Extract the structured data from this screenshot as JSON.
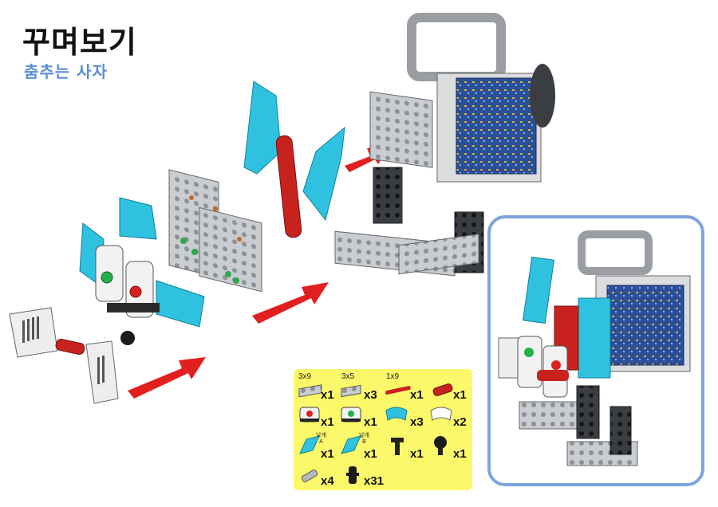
{
  "header": {
    "title": "꾸며보기",
    "subtitle": "춤추는 사자"
  },
  "colors": {
    "accent": "#5b8fd6",
    "frame": "#7ea4de",
    "parts_bg": "#fbf86a",
    "arrow": "#e21f1f",
    "wing": "#2ec2e0",
    "red_beam": "#c8221f",
    "plate": "#c9ccd0",
    "board": "#2c4f9a"
  },
  "parts": [
    {
      "label": "3x9",
      "count": "x1",
      "icon": "plate-3x9-icon"
    },
    {
      "label": "3x5",
      "count": "x3",
      "icon": "plate-3x5-icon"
    },
    {
      "label": "1x9",
      "count": "x1",
      "icon": "beam-1x9-icon"
    },
    {
      "label": "",
      "count": "x1",
      "icon": "red-connector-icon"
    },
    {
      "label": "",
      "count": "x1",
      "icon": "red-button-module-icon"
    },
    {
      "label": "",
      "count": "x1",
      "icon": "green-button-module-icon"
    },
    {
      "label": "",
      "count": "x3",
      "icon": "blue-curved-panel-icon"
    },
    {
      "label": "",
      "count": "x2",
      "icon": "white-curved-panel-icon"
    },
    {
      "label": "날개\nA",
      "count": "x1",
      "icon": "wing-a-icon"
    },
    {
      "label": "날개\nB",
      "count": "x1",
      "icon": "wing-b-icon"
    },
    {
      "label": "",
      "count": "x1",
      "icon": "t-connector-icon"
    },
    {
      "label": "",
      "count": "x1",
      "icon": "ball-joint-icon"
    },
    {
      "label": "",
      "count": "x4",
      "icon": "axle-pin-icon"
    },
    {
      "label": "",
      "count": "x31",
      "icon": "pin-icon"
    }
  ]
}
